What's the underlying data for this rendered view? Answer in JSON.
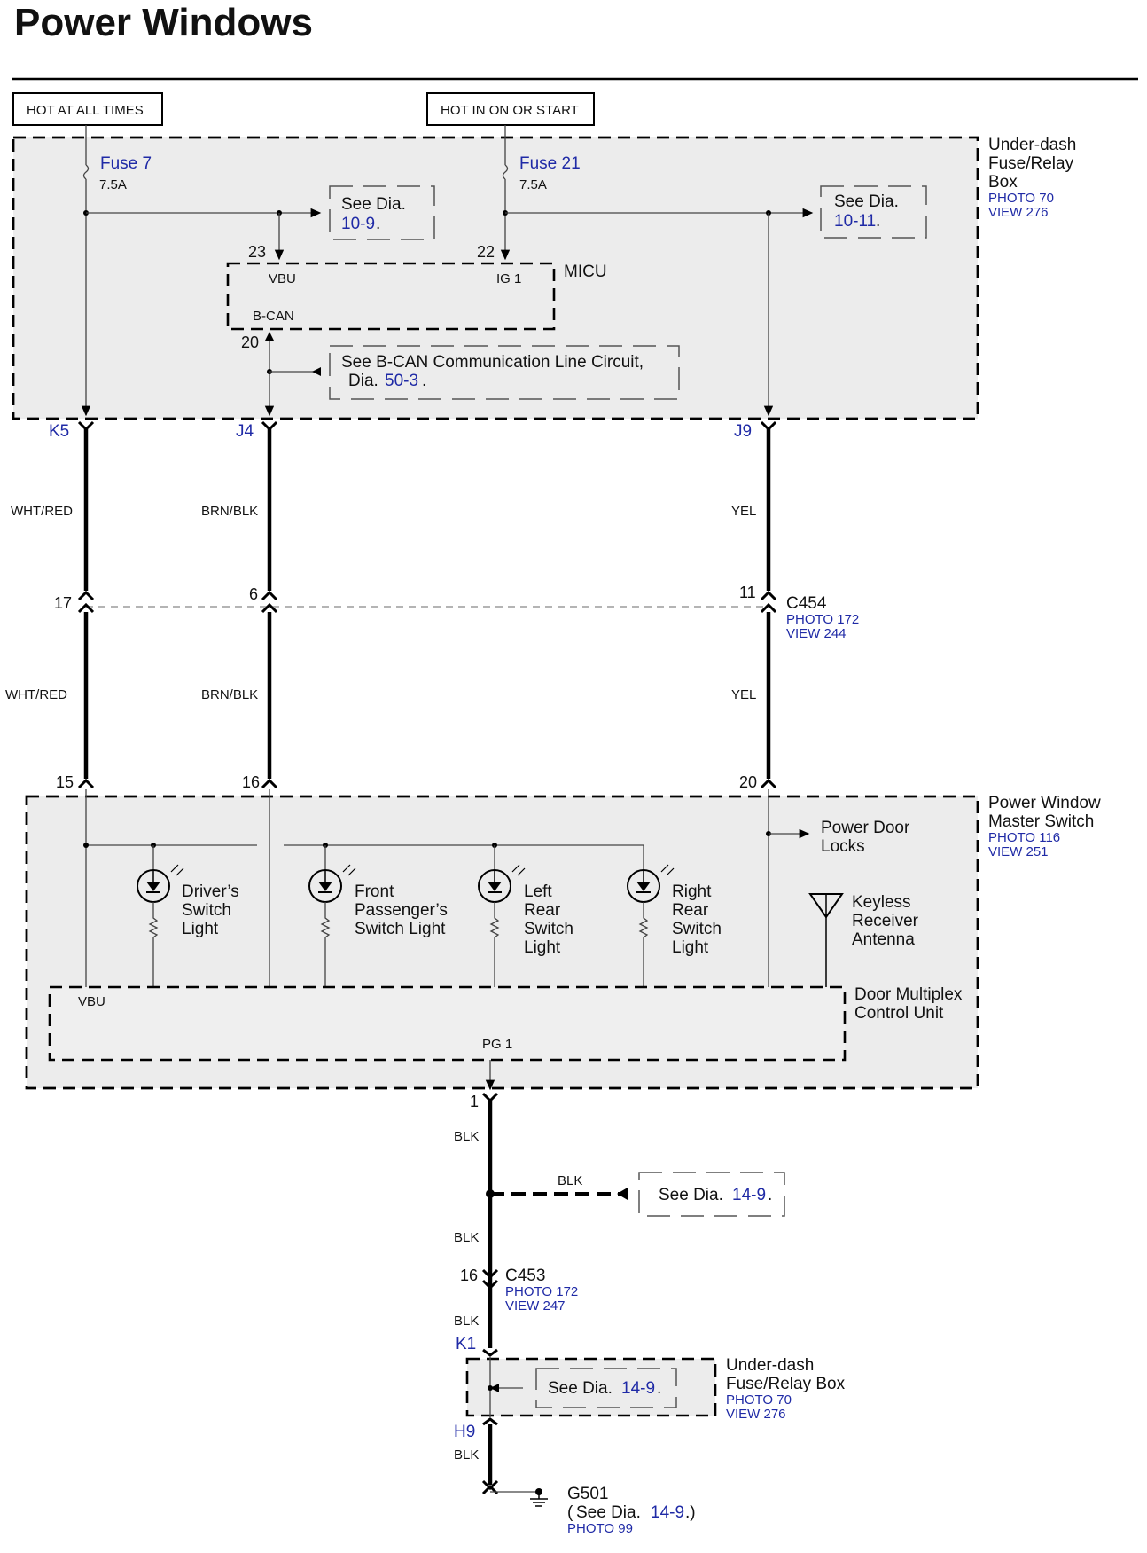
{
  "title": "Power Windows",
  "sources": {
    "hot_always": "HOT AT ALL TIMES",
    "hot_on_start": "HOT IN ON OR START"
  },
  "underdash_box": {
    "name_line1": "Under-dash",
    "name_line2": "Fuse/Relay",
    "name_line3": "Box",
    "photo": "PHOTO 70",
    "view": "VIEW 276"
  },
  "fuse7": {
    "name": "Fuse 7",
    "rating": "7.5A"
  },
  "fuse21": {
    "name": "Fuse 21",
    "rating": "7.5A"
  },
  "see_dia_a": {
    "prefix": "See Dia.",
    "ref": "10-9"
  },
  "see_dia_b": {
    "prefix": "See Dia.",
    "ref": "10-11"
  },
  "micu": {
    "name": "MICU",
    "pin_vbu": "23",
    "vbu": "VBU",
    "pin_ig1": "22",
    "ig1": "IG 1",
    "bcan": "B-CAN",
    "pin_bcan": "20"
  },
  "bcan_note": {
    "line1": "See B-CAN Communication Line Circuit,",
    "line2": "Dia.",
    "ref": "50-3"
  },
  "connectors_top": {
    "k5": "K5",
    "j4": "J4",
    "j9": "J9"
  },
  "wires": {
    "w1": "WHT/RED",
    "w2": "BRN/BLK",
    "w3": "YEL",
    "blk": "BLK"
  },
  "c454": {
    "name": "C454",
    "photo": "PHOTO 172",
    "view": "VIEW 244",
    "pin1": "17",
    "pin2": "6",
    "pin3": "11"
  },
  "master_pins": {
    "p1": "15",
    "p2": "16",
    "p3": "20"
  },
  "master_switch": {
    "name_line1": "Power Window",
    "name_line2": "Master Switch",
    "photo": "PHOTO 116",
    "view": "VIEW 251"
  },
  "power_door_locks": {
    "line1": "Power Door",
    "line2": "Locks"
  },
  "lights": {
    "driver": [
      "Driver’s",
      "Switch",
      "Light"
    ],
    "front_pass": [
      "Front",
      "Passenger’s",
      "Switch Light"
    ],
    "left_rear": [
      "Left",
      "Rear",
      "Switch",
      "Light"
    ],
    "right_rear": [
      "Right",
      "Rear",
      "Switch",
      "Light"
    ]
  },
  "keyless": {
    "line1": "Keyless",
    "line2": "Receiver",
    "line3": "Antenna"
  },
  "door_mux": {
    "line1": "Door Multiplex",
    "line2": "Control Unit",
    "vbu": "VBU",
    "pg1": "PG 1"
  },
  "ground_pin": "1",
  "see_dia_c": {
    "prefix": "See Dia.",
    "ref": "14-9"
  },
  "c453": {
    "pin": "16",
    "name": "C453",
    "photo": "PHOTO 172",
    "view": "VIEW 247"
  },
  "bottom_box": {
    "k1": "K1",
    "h9": "H9",
    "name_line1": "Under-dash",
    "name_line2": "Fuse/Relay Box",
    "photo": "PHOTO 70",
    "view": "VIEW 276",
    "see_prefix": "See Dia.",
    "see_ref": "14-9"
  },
  "g501": {
    "name": "G501",
    "open": "(",
    "see_prefix": "See Dia.",
    "see_ref": "14-9",
    "close": ".)",
    "photo": "PHOTO 99"
  }
}
